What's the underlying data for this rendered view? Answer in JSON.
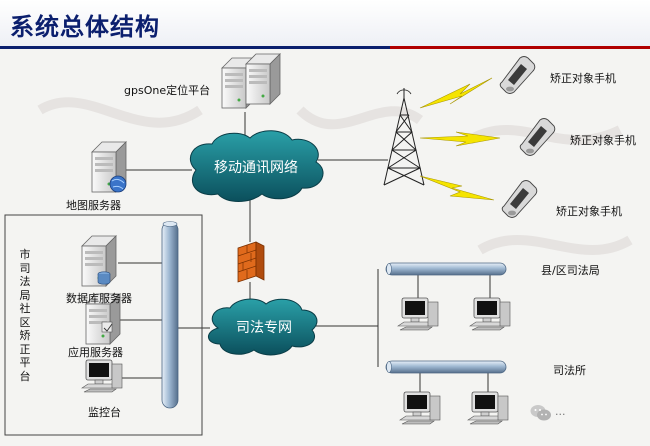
{
  "title": "系统总体结构",
  "nodes": {
    "gps_platform": "gpsOne定位平台",
    "map_server": "地图服务器",
    "mobile_network": "移动通讯网络",
    "phone_1": "矫正对象手机",
    "phone_2": "矫正对象手机",
    "phone_3": "矫正对象手机",
    "judicial_network": "司法专网",
    "db_server": "数据库服务器",
    "app_server": "应用服务器",
    "monitor": "监控台",
    "county_bureau": "县/区司法局",
    "judicial_office": "司法所",
    "platform_vertical": "市司法局社区矫正平台"
  },
  "colors": {
    "title": "#0b1f6e",
    "cloud": "#0f6e7a",
    "bus": "#7f9fbf",
    "lightning": "#f5e400",
    "firewall": "#e06a1c"
  },
  "watermark": "..."
}
